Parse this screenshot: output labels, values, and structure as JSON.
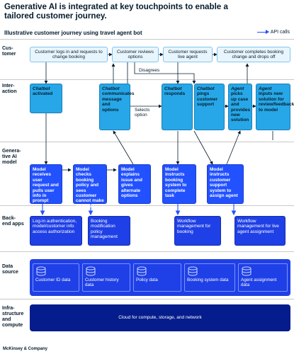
{
  "title": "Generative AI is integrated at key touchpoints to enable a tailored customer journey.",
  "subtitle": "Illustrative customer journey using travel agent bot",
  "legend_label": "API calls",
  "rows": {
    "customer": "Cus-\ntomer",
    "interaction": "Inter-\naction",
    "genai": "Genera-\ntive AI\nmodel",
    "backend": "Back-\nend apps",
    "datasource": "Data\nsource",
    "infra": "Infra-\nstructure\nand\ncompute"
  },
  "customer_steps": [
    "Customer logs in and requests to change booking",
    "Customer reviews options",
    "Customer requests live agent",
    "Customer completes booking change and drops off"
  ],
  "notes": {
    "disagrees": "Disagrees",
    "selects": "Selects option"
  },
  "interaction_steps": [
    {
      "actor": "Chatbot",
      "text": "activated"
    },
    {
      "actor": "Chatbot",
      "text": "communicates message and options"
    },
    {
      "actor": "Chatbot",
      "text": "responds"
    },
    {
      "actor": "Chatbot",
      "text": "pings customer support"
    },
    {
      "actor": "Agent",
      "text": "picks up case and provides new solution"
    },
    {
      "actor": "Agent",
      "text": "inputs new solution for review/feedback to model"
    }
  ],
  "genai_steps": [
    "Model receives user request and pulls user info in prompt",
    "Model checks booking policy and sees customer cannot make change",
    "Model explains issue and gives alternate options",
    "Model instructs booking system to complete task",
    "Model instructs customer support system to assign agent"
  ],
  "backend_apps": [
    "Log-in authentication, model/customer info access authorization",
    "Booking modification policy management",
    "Workflow management for booking",
    "Workflow management for live agent assignment"
  ],
  "data_sources": [
    "Customer ID data",
    "Customer history data",
    "Policy data",
    "Booking system data",
    "Agent assignment data"
  ],
  "infra_label": "Cloud for compute, storage, and network",
  "footer": "McKinsey & Company",
  "colors": {
    "light": "#e9f5fd",
    "cyan": "#27a7e7",
    "blue": "#2251ff",
    "navy": "#051c8c"
  }
}
